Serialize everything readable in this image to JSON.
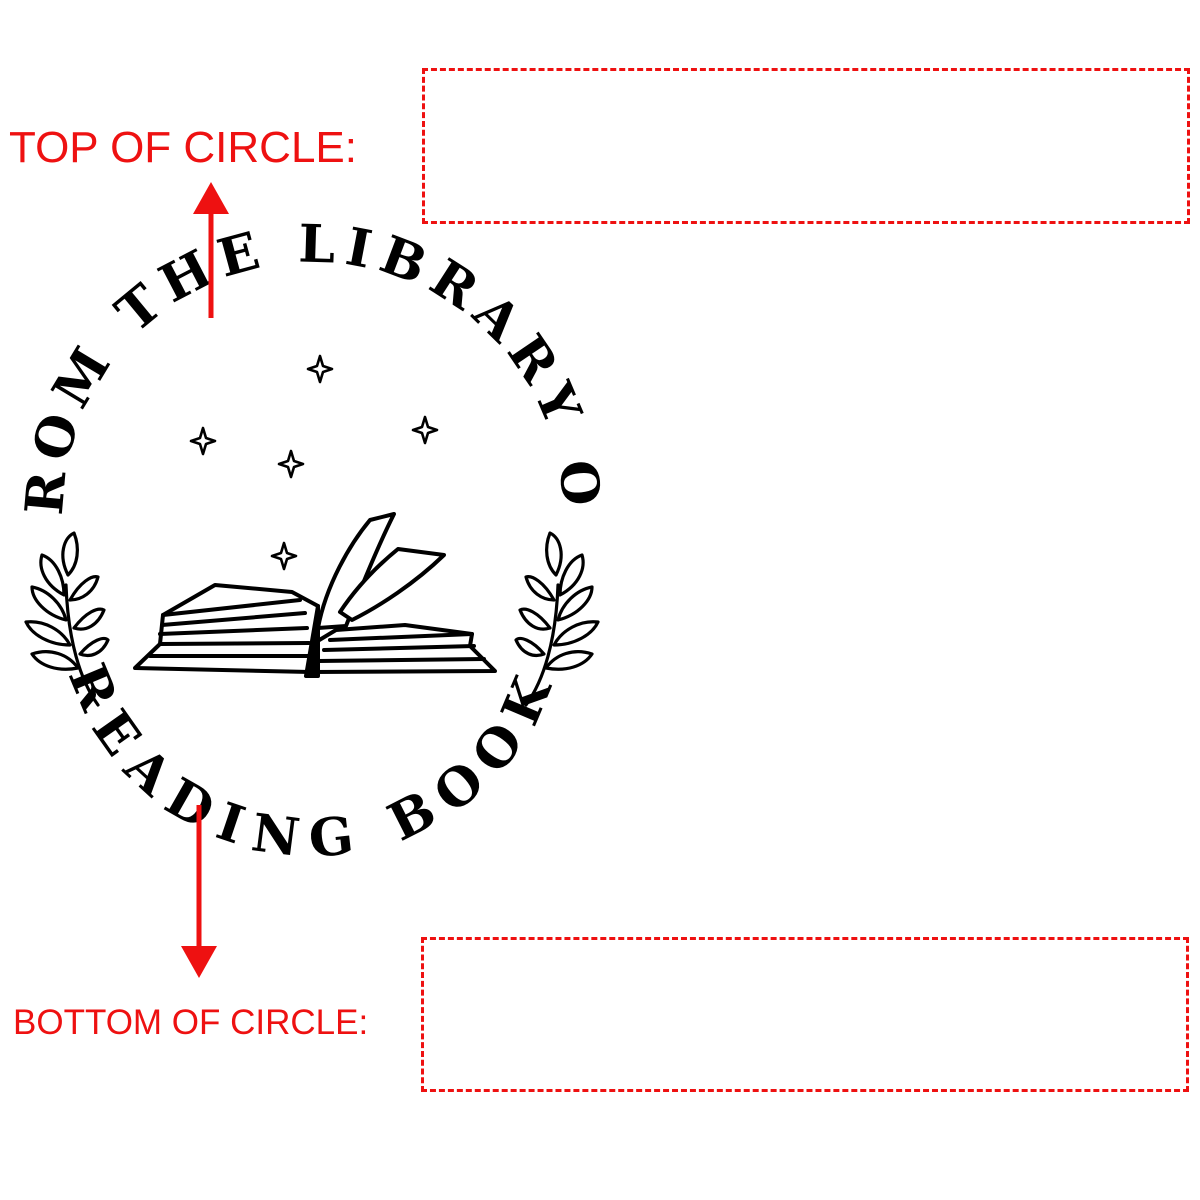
{
  "annotations": {
    "top_label": "TOP OF CIRCLE:",
    "bottom_label": "BOTTOM OF CIRCLE:",
    "accent_color": "#ee1111"
  },
  "emblem": {
    "top_text": "FROM THE LIBRARY OF",
    "bottom_text": "READING BOOK",
    "ink_color": "#000000",
    "icons": [
      "open-book-icon",
      "sparkle-star-icon",
      "laurel-branch-icon"
    ]
  }
}
